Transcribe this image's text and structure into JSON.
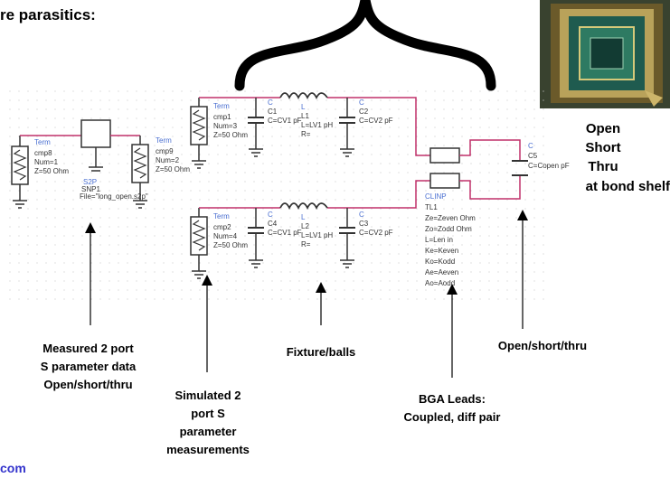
{
  "title_fragment": "re parasitics:",
  "footer_fragment": "com",
  "photo_labels": [
    "Open",
    "Short",
    "Thru",
    "at bond shelf"
  ],
  "annotations": {
    "measured": [
      "Measured 2 port",
      "S parameter data",
      "Open/short/thru"
    ],
    "simulated": [
      "Simulated 2",
      "port S",
      "parameter",
      "measurements"
    ],
    "fixture": "Fixture/balls",
    "bga": [
      "BGA Leads:",
      "Coupled, diff pair"
    ],
    "open_short": "Open/short/thru"
  },
  "schematic": {
    "term_cmp8": [
      "Term",
      "cmp8",
      "Num=1",
      "Z=50 Ohm"
    ],
    "snp1": [
      "S2P",
      "SNP1",
      "File=\"long_open.s2p\""
    ],
    "term_cmp9": [
      "Term",
      "cmp9",
      "Num=2",
      "Z=50 Ohm"
    ],
    "term_cmp1": [
      "Term",
      "cmp1",
      "Num=3",
      "Z=50 Ohm"
    ],
    "c1": [
      "C",
      "C1",
      "C=CV1 pF"
    ],
    "l1": [
      "L",
      "L1",
      "L=LV1 pH",
      "R="
    ],
    "c2": [
      "C",
      "C2",
      "C=CV2 pF"
    ],
    "term_cmp2": [
      "Term",
      "cmp2",
      "Num=4",
      "Z=50 Ohm"
    ],
    "c4": [
      "C",
      "C4",
      "C=CV1 pF"
    ],
    "l2": [
      "L",
      "L2",
      "L=LV1 pH",
      "R="
    ],
    "c3": [
      "C",
      "C3",
      "C=CV2 pF"
    ],
    "c5": [
      "C",
      "C5",
      "C=Copen pF"
    ],
    "clinp": [
      "CLINP",
      "TL1",
      "Ze=Zeven Ohm",
      "Zo=Zodd Ohm",
      "L=Len in",
      "Ke=Keven",
      "Ko=Kodd",
      "Ae=Aeven",
      "Ao=Aodd"
    ]
  },
  "colors": {
    "wire": "#c0306a",
    "component_label": "#4a6fd1",
    "footer": "#3333cc"
  }
}
